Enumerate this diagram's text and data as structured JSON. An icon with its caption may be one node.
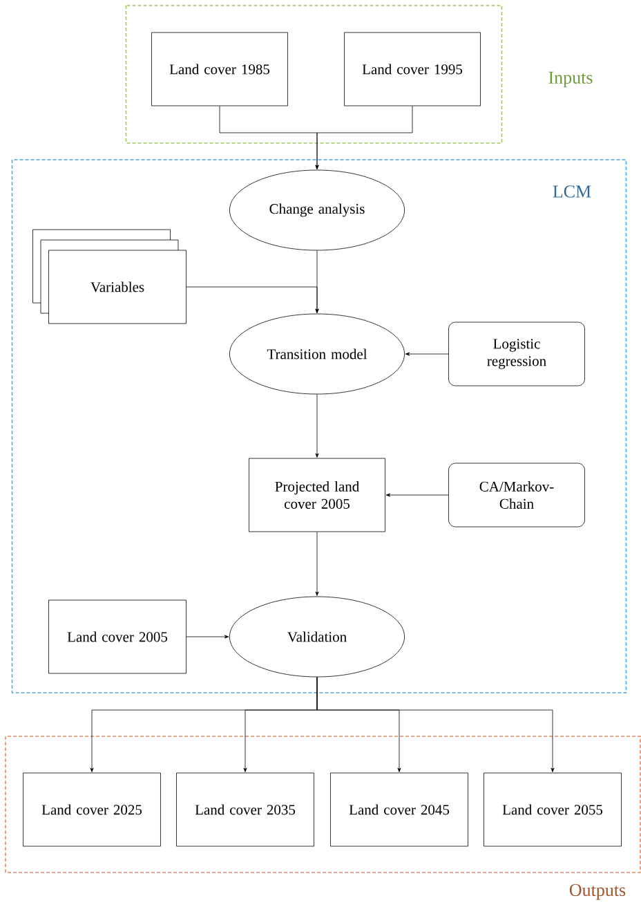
{
  "diagram": {
    "nodes": [
      {
        "text": [
          "Inputs"
        ]
      },
      {
        "text": [
          "Land cover 1985"
        ],
        "in": 0
      },
      {
        "text": [
          "Land cover 1995"
        ],
        "in": 0
      },
      {
        "text": [
          "LCM"
        ]
      },
      {
        "text": [
          "Change analysis"
        ],
        "in": 3
      },
      {
        "text": [
          "Variables"
        ],
        "in": 3
      },
      {
        "text": [
          "Transition model"
        ],
        "in": 3
      },
      {
        "text": [
          "Logistic regression"
        ],
        "in": 3
      },
      {
        "text": [
          "Projected land cover 2005"
        ],
        "in": 3
      },
      {
        "text": [
          "CA/Markov-Chain"
        ],
        "in": 3
      },
      {
        "text": [
          "Land cover 2005"
        ],
        "in": 3
      },
      {
        "text": [
          "Validation"
        ],
        "in": 3
      },
      {
        "text": [
          "Outputs"
        ]
      },
      {
        "text": [
          "Land cover 2025"
        ],
        "in": 12
      },
      {
        "text": [
          "Land cover 2035"
        ],
        "in": 12
      },
      {
        "text": [
          "Land cover 2045"
        ],
        "in": 12
      },
      {
        "text": [
          "Land cover 2055"
        ],
        "in": 12
      }
    ],
    "edges": [
      {
        "from": 1,
        "to": 4,
        "arrow": "to"
      },
      {
        "from": 2,
        "to": 4,
        "arrow": "to"
      },
      {
        "from": 4,
        "to": 6,
        "arrow": "to"
      },
      {
        "from": 5,
        "to": 6,
        "arrow": "to"
      },
      {
        "from": 7,
        "to": 6,
        "arrow": "to"
      },
      {
        "from": 6,
        "to": 8,
        "arrow": "to"
      },
      {
        "from": 9,
        "to": 8,
        "arrow": "to"
      },
      {
        "from": 8,
        "to": 11,
        "arrow": "to"
      },
      {
        "from": 10,
        "to": 11,
        "arrow": "to"
      },
      {
        "from": 11,
        "to": 13,
        "arrow": "to"
      },
      {
        "from": 11,
        "to": 14,
        "arrow": "to"
      },
      {
        "from": 11,
        "to": 15,
        "arrow": "to"
      },
      {
        "from": 11,
        "to": 16,
        "arrow": "to"
      }
    ]
  }
}
